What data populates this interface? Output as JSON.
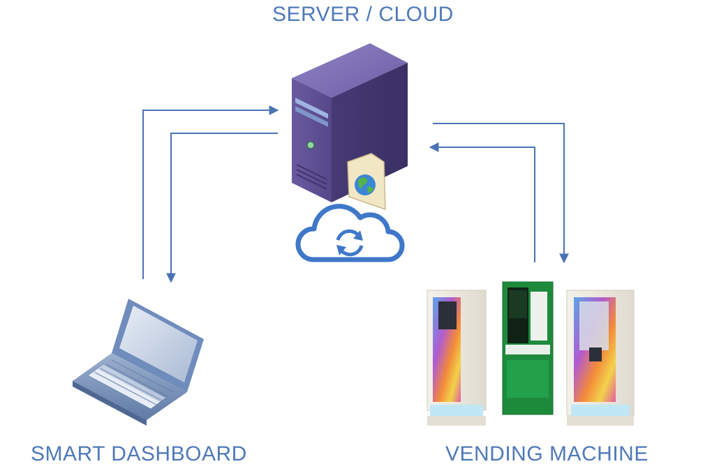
{
  "labels": {
    "server": "SERVER / CLOUD",
    "dashboard": "SMART DASHBOARD",
    "vending": "VENDING MACHINE"
  },
  "icons": {
    "server": "server-tower-icon",
    "globe": "globe-icon",
    "cloud": "cloud-sync-icon",
    "laptop": "laptop-icon",
    "vending": "vending-machine-icon"
  },
  "colors": {
    "label": "#4f79b9",
    "arrow": "#4a73b3",
    "server_body": "#5e4f8f",
    "cloud": "#3f78c9",
    "vending_green": "#1d8a3c"
  }
}
